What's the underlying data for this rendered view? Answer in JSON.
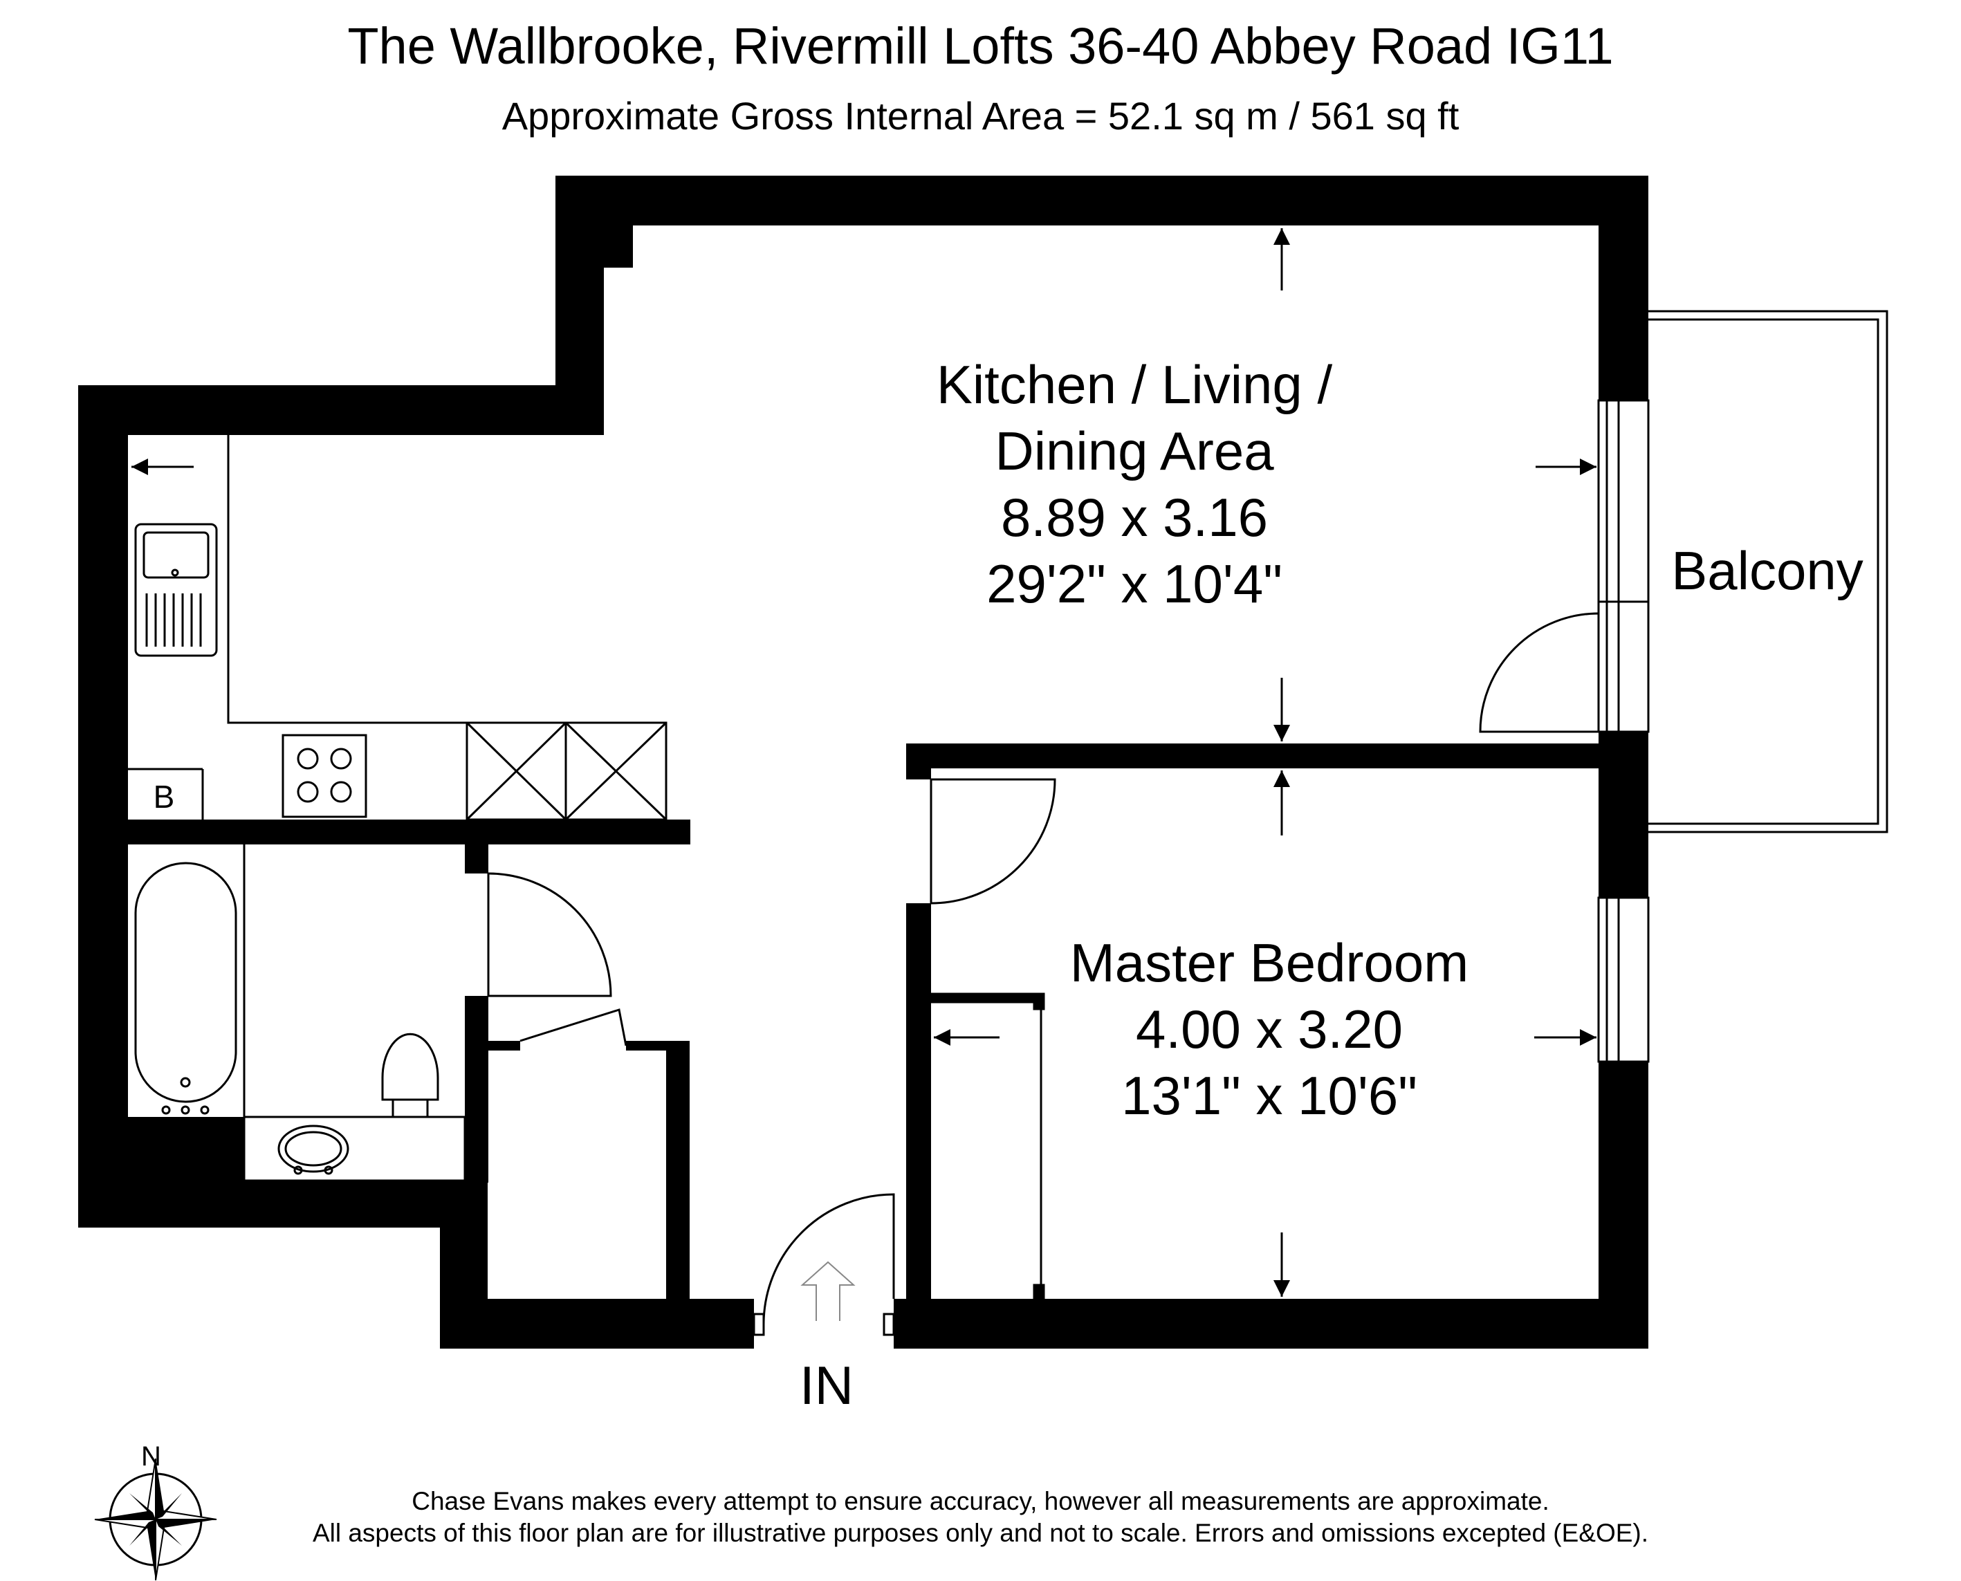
{
  "header": {
    "title": "The Wallbrooke, Rivermill Lofts 36-40 Abbey Road IG11",
    "area": "Approximate Gross Internal Area = 52.1 sq m / 561 sq ft"
  },
  "rooms": {
    "kitchen": {
      "name_line1": "Kitchen / Living /",
      "name_line2": "Dining Area",
      "metric": "8.89 x 3.16",
      "imperial": "29'2\" x 10'4\""
    },
    "bedroom": {
      "name": "Master Bedroom",
      "metric": "4.00 x 3.20",
      "imperial": "13'1\" x 10'6\""
    },
    "balcony": {
      "name": "Balcony"
    },
    "boiler": {
      "label": "B"
    }
  },
  "entrance": {
    "label": "IN"
  },
  "compass": {
    "north": "N"
  },
  "footer": {
    "line1": "Chase Evans makes every attempt to ensure accuracy, however all measurements are approximate.",
    "line2": "All aspects of this floor plan are for illustrative purposes only and not to scale. Errors and omissions excepted (E&OE)."
  },
  "colors": {
    "wall": "#000000",
    "background": "#ffffff",
    "fixture_line": "#000000"
  }
}
